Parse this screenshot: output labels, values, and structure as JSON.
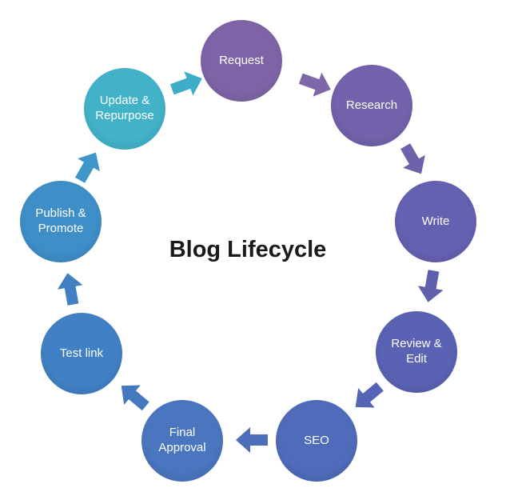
{
  "diagram": {
    "title": "Blog Lifecycle",
    "background_color": "#ffffff",
    "title_color": "#1a1a1a",
    "label_text_color": "#ffffff",
    "steps": [
      {
        "label": "Request",
        "color": "#7e64a6"
      },
      {
        "label": "Research",
        "color": "#7263ac"
      },
      {
        "label": "Write",
        "color": "#6561b1"
      },
      {
        "label": "Review & Edit",
        "color": "#5a62b4"
      },
      {
        "label": "SEO",
        "color": "#4f6bba"
      },
      {
        "label": "Final Approval",
        "color": "#4a75bf"
      },
      {
        "label": "Test link",
        "color": "#4180c4"
      },
      {
        "label": "Publish & Promote",
        "color": "#3e8ec7"
      },
      {
        "label": "Update & Repurpose",
        "color": "#42b2c9"
      }
    ],
    "arrows": [
      {
        "from": "Request",
        "to": "Research",
        "color": "#7f66a8"
      },
      {
        "from": "Research",
        "to": "Write",
        "color": "#6f62aa"
      },
      {
        "from": "Write",
        "to": "Review & Edit",
        "color": "#5f5fae"
      },
      {
        "from": "Review & Edit",
        "to": "SEO",
        "color": "#5565b5"
      },
      {
        "from": "SEO",
        "to": "Final Approval",
        "color": "#4c6ebb"
      },
      {
        "from": "Final Approval",
        "to": "Test link",
        "color": "#4678c0"
      },
      {
        "from": "Test link",
        "to": "Publish & Promote",
        "color": "#4080c3"
      },
      {
        "from": "Publish & Promote",
        "to": "Update & Repurpose",
        "color": "#3e97c8"
      },
      {
        "from": "Update & Repurpose",
        "to": "Request",
        "color": "#3eaec8"
      }
    ]
  }
}
